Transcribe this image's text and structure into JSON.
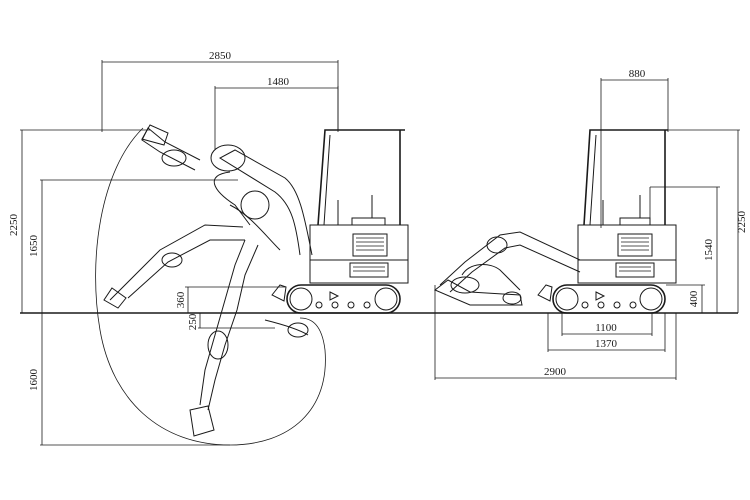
{
  "diagram": {
    "side_view": {
      "dims": {
        "overall_reach_width": "2850",
        "cab_to_boom_width": "1480",
        "max_height": "2250",
        "dump_height": "1650",
        "blade_raise": "360",
        "blade_depth": "250",
        "dig_depth": "1600"
      }
    },
    "front_view": {
      "dims": {
        "cab_width": "880",
        "overall_height": "2250",
        "cab_height": "1540",
        "ground_clearance": "400",
        "track_inner": "1100",
        "track_outer": "1370",
        "overall_length": "2900"
      }
    }
  }
}
